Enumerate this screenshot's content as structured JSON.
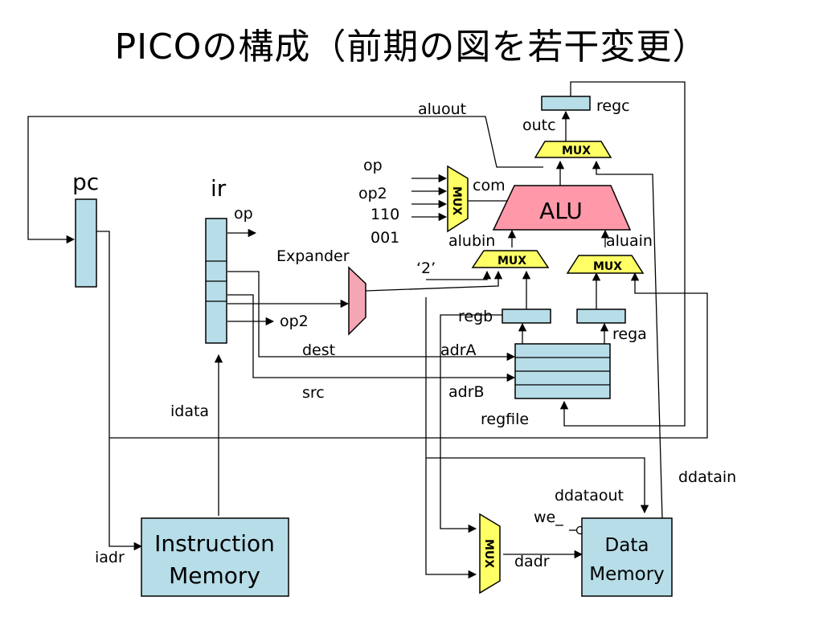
{
  "title": "PICOの構成（前期の図を若干変更）",
  "blocks": {
    "pc": "pc",
    "ir": "ir",
    "alu": "ALU",
    "mux": "MUX",
    "expander": "Expander",
    "regc": "regc",
    "regb": "regb",
    "rega": "rega",
    "regfile": "regfile",
    "instruction_memory": [
      "Instruction",
      "Memory"
    ],
    "data_memory": [
      "Data",
      "Memory"
    ]
  },
  "signals": {
    "aluout": "aluout",
    "outc": "outc",
    "op_top": "op",
    "op2_top": "op2",
    "const_110": "110",
    "const_001": "001",
    "com": "com",
    "alubin": "alubin",
    "aluain": "aluain",
    "two": "‘2’",
    "op": "op",
    "op2": "op2",
    "dest": "dest",
    "src": "src",
    "adrA": "adrA",
    "adrB": "adrB",
    "idata": "idata",
    "iadr": "iadr",
    "ddatain": "ddatain",
    "ddataout": "ddataout",
    "we": "we_",
    "dadr": "dadr"
  },
  "colors": {
    "register_fill": "#b7dde8",
    "mux_fill": "#ffff66",
    "alu_fill": "#ff99aa",
    "expander_fill": "#f4a6b4"
  }
}
